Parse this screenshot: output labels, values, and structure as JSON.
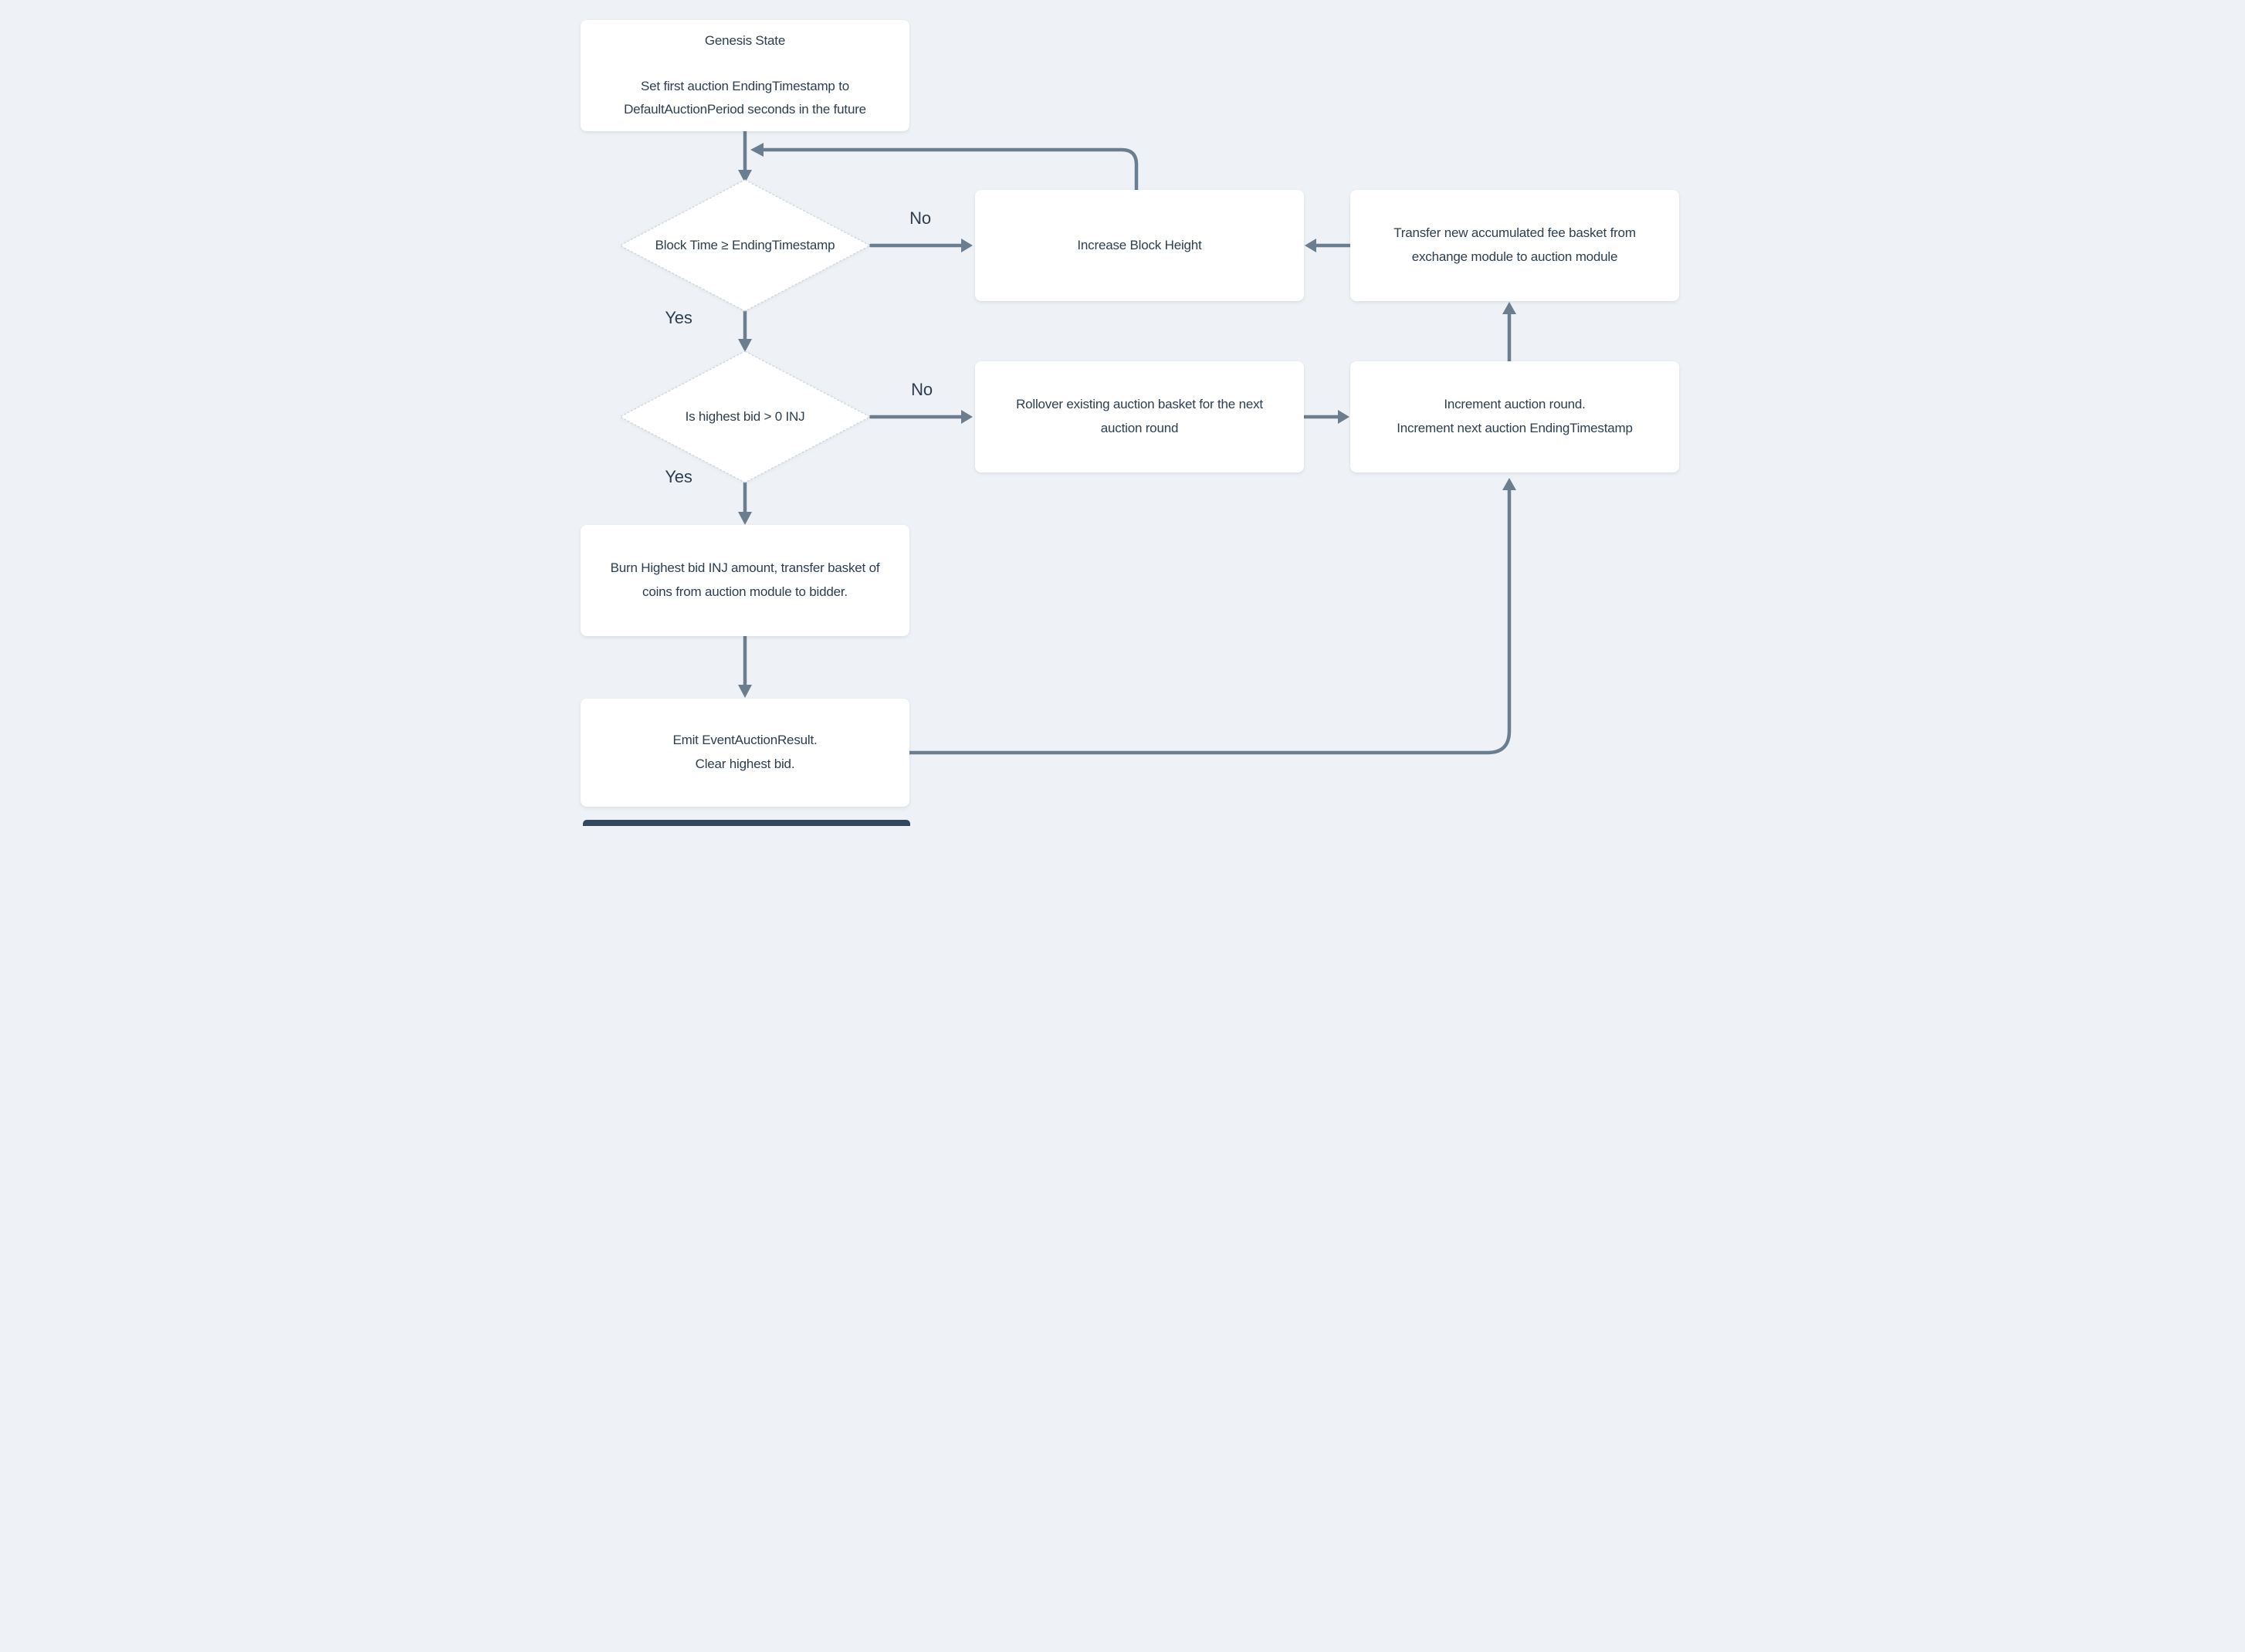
{
  "colors": {
    "background": "#eef1f5",
    "node_fill": "#ffffff",
    "text": "#2c3e50",
    "connector": "#6b7e8f",
    "diamond_border": "#ccd5dd",
    "cutoff_bar": "#33475e"
  },
  "nodes": {
    "genesis": {
      "title": "Genesis State",
      "body": "Set first auction EndingTimestamp to DefaultAuctionPeriod seconds in the future"
    },
    "block_time_check": {
      "label": "Block Time ≥ EndingTimestamp"
    },
    "increase_block_height": {
      "label": "Increase Block Height"
    },
    "transfer_fee_basket": {
      "label": "Transfer new accumulated fee basket from exchange module to auction module"
    },
    "highest_bid_check": {
      "label": "Is highest bid > 0 INJ"
    },
    "rollover_basket": {
      "label": "Rollover existing auction basket for the next auction round"
    },
    "increment_round": {
      "line1": "Increment auction round.",
      "line2": "Increment next auction EndingTimestamp"
    },
    "burn_bid": {
      "label": "Burn Highest bid INJ amount, transfer basket of coins from auction module to bidder."
    },
    "emit_event": {
      "line1": "Emit EventAuctionResult.",
      "line2": "Clear highest bid."
    }
  },
  "edge_labels": {
    "no1": "No",
    "yes1": "Yes",
    "no2": "No",
    "yes2": "Yes"
  }
}
